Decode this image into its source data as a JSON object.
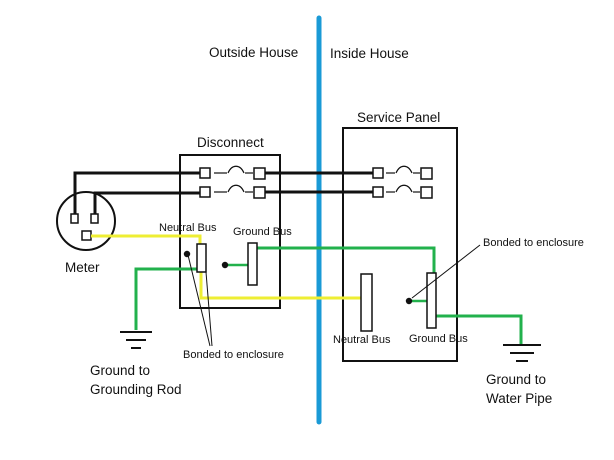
{
  "labels": {
    "outside_house": "Outside House",
    "inside_house": "Inside House",
    "disconnect": "Disconnect",
    "service_panel": "Service Panel",
    "meter": "Meter",
    "neutral_bus_disconnect": "Neutral Bus",
    "ground_bus_disconnect": "Ground Bus",
    "neutral_bus_panel": "Neutral Bus",
    "ground_bus_panel": "Ground Bus",
    "bonded_disconnect": "Bonded to enclosure",
    "bonded_panel": "Bonded to enclosure",
    "ground_rod_line1": "Ground to",
    "ground_rod_line2": "Grounding Rod",
    "water_pipe_line1": "Ground to",
    "water_pipe_line2": "Water Pipe"
  },
  "colors": {
    "house_wall": "#1a9ad6",
    "hot_conductor": "#111111",
    "neutral_conductor": "#eeee33",
    "ground_conductor": "#22b14c",
    "outline": "#111111"
  }
}
